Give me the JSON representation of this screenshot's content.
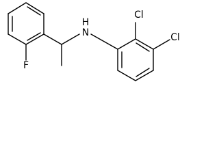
{
  "molecule": {
    "atoms": {
      "nitrogen": {
        "label": "N",
        "hydrogen": "H"
      },
      "chloro_2": {
        "label": "Cl"
      },
      "chloro_3": {
        "label": "Cl"
      },
      "fluoro": {
        "label": "F"
      }
    },
    "colors": {
      "bond": "#000000",
      "label": "#000000",
      "background": "#ffffff"
    }
  }
}
